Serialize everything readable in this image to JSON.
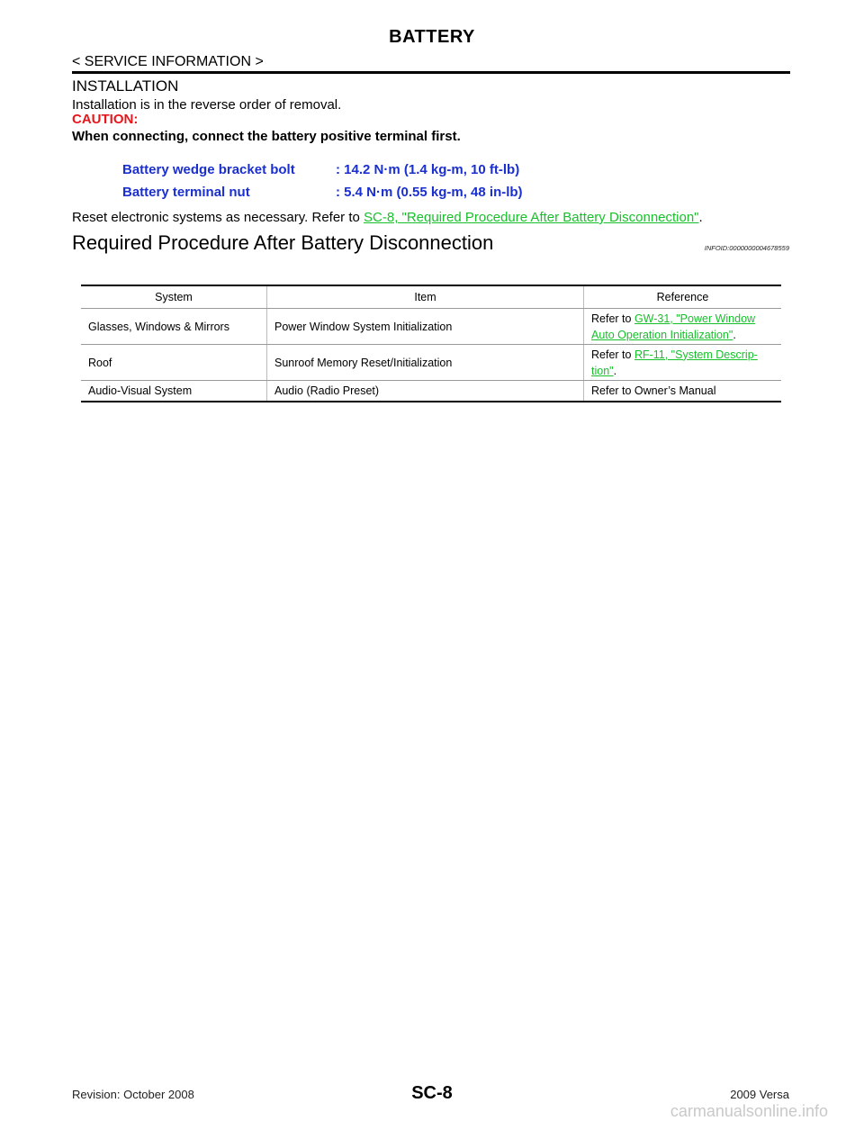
{
  "header": {
    "title": "BATTERY",
    "section": "< SERVICE INFORMATION >"
  },
  "installation": {
    "heading": "INSTALLATION",
    "text": "Installation is in the reverse order of removal.",
    "caution_label": "CAUTION:",
    "caution_text": "When connecting, connect the battery positive terminal first."
  },
  "torque_specs": [
    {
      "name": "Battery wedge bracket bolt",
      "value": ": 14.2 N·m (1.4 kg-m, 10 ft-lb)"
    },
    {
      "name": "Battery terminal nut",
      "value": ": 5.4 N·m (0.55 kg-m, 48 in-lb)"
    }
  ],
  "reset_note": {
    "prefix": "Reset electronic systems as necessary. Refer to ",
    "link": "SC-8, \"Required Procedure After Battery Disconnection\"",
    "suffix": "."
  },
  "procedure": {
    "heading": "Required Procedure After Battery Disconnection",
    "info_id": "INFOID:0000000004678559"
  },
  "table": {
    "headers": [
      "System",
      "Item",
      "Reference"
    ],
    "rows": [
      {
        "system": "Glasses, Windows & Mirrors",
        "item": "Power Window System Initialization",
        "ref_prefix": "Refer to ",
        "ref_link_line1": "GW-31, \"Power Window ",
        "ref_link_line2": "Auto Operation Initialization\"",
        "ref_suffix": "."
      },
      {
        "system": "Roof",
        "item": "Sunroof Memory Reset/Initialization",
        "ref_prefix": "Refer to ",
        "ref_link_line1": "RF-11, \"System Descrip-",
        "ref_link_line2": "tion\"",
        "ref_suffix": "."
      },
      {
        "system": "Audio-Visual System",
        "item": "Audio (Radio Preset)",
        "ref_text": "Refer to Owner’s Manual"
      }
    ]
  },
  "footer": {
    "revision": "Revision: October 2008",
    "page": "SC-8",
    "model": "2009 Versa",
    "watermark": "carmanualsonline.info"
  },
  "colors": {
    "caution": "#e8151b",
    "spec": "#1a2fd0",
    "link": "#17c02b"
  }
}
